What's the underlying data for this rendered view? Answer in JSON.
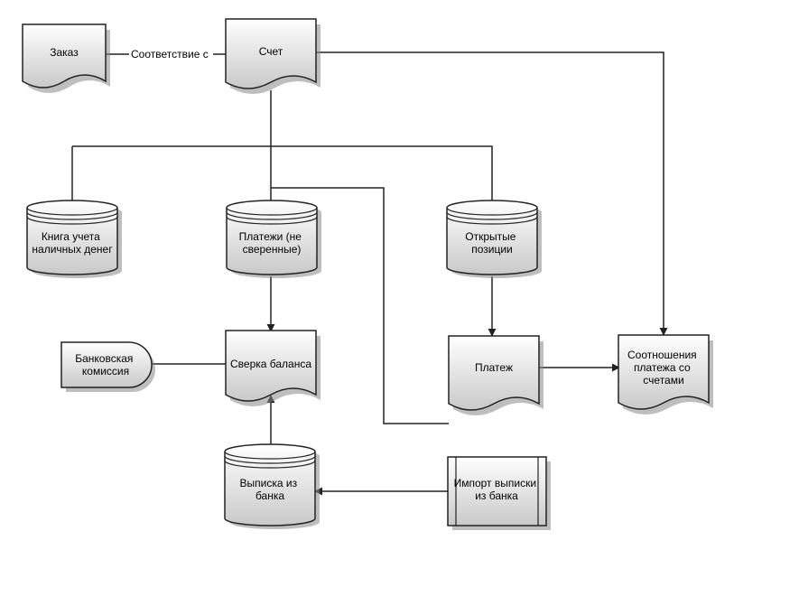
{
  "nodes": {
    "order": {
      "label": [
        "Заказ"
      ]
    },
    "invoice": {
      "label": [
        "Счет"
      ]
    },
    "cash_book": {
      "label": [
        "Книга учета",
        "наличных денег"
      ]
    },
    "payments_unreconciled": {
      "label": [
        "Платежи (не",
        "сверенные)"
      ]
    },
    "open_items": {
      "label": [
        "Открытые",
        "позиции"
      ]
    },
    "bank_fee": {
      "label": [
        "Банковская",
        "комиссия"
      ]
    },
    "balance_reconciliation": {
      "label": [
        "Сверка баланса"
      ]
    },
    "payment": {
      "label": [
        "Платеж"
      ]
    },
    "payment_invoice_relation": {
      "label": [
        "Соотношения",
        "платежа со",
        "счетами"
      ]
    },
    "bank_statement": {
      "label": [
        "Выписка из",
        "банка"
      ]
    },
    "statement_import": {
      "label": [
        "Импорт выписки",
        "из банка"
      ]
    }
  },
  "edges": {
    "order_invoice_label": "Соответствие с"
  }
}
